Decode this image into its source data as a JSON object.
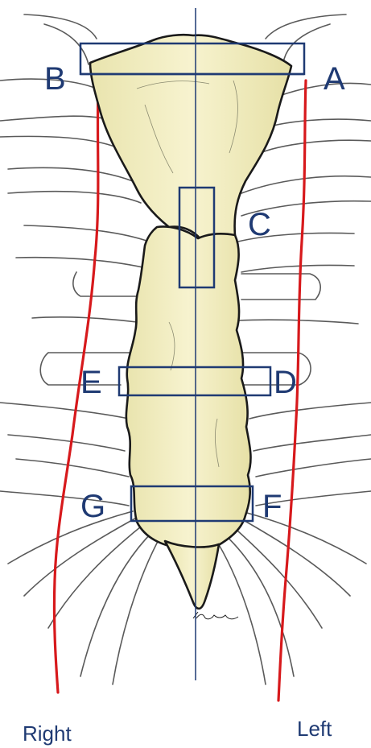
{
  "regions": [
    {
      "id": "A",
      "label": "A"
    },
    {
      "id": "B",
      "label": "B"
    },
    {
      "id": "C",
      "label": "C"
    },
    {
      "id": "D",
      "label": "D"
    },
    {
      "id": "E",
      "label": "E"
    },
    {
      "id": "F",
      "label": "F"
    },
    {
      "id": "G",
      "label": "G"
    }
  ],
  "sides": {
    "right": "Right",
    "left": "Left"
  },
  "colors": {
    "annotation": "#1f3a73",
    "bone_fill": "#f2efc4",
    "bone_outline": "#1a1a1a",
    "artery": "#d7191c",
    "rib": "#5a5a5a"
  }
}
